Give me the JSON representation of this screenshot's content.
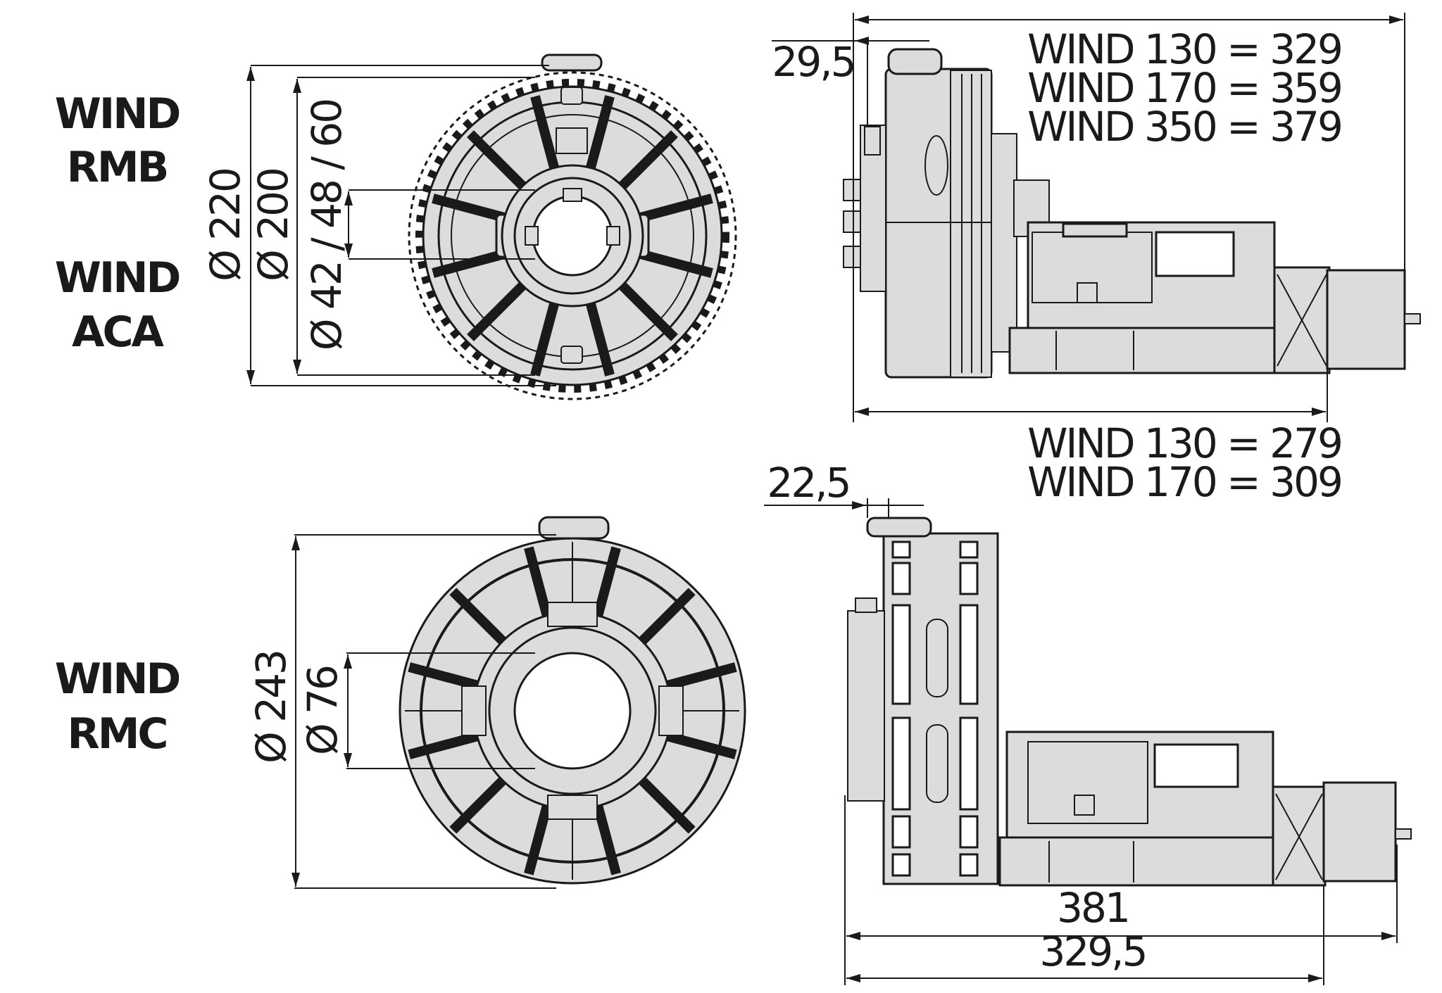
{
  "labels": {
    "rmb_line1": "WIND",
    "rmb_line2": "RMB",
    "aca_line1": "WIND",
    "aca_line2": "ACA",
    "rmc_line1": "WIND",
    "rmc_line2": "RMC"
  },
  "top_front": {
    "dia_outer": "Ø 220",
    "dia_drum": "Ø 200",
    "dia_shaft": "Ø 42 / 48 / 60"
  },
  "top_side": {
    "offset": "29,5",
    "overall_lengths": [
      "WIND 130 = 329",
      "WIND 170 = 359",
      "WIND 350 = 379"
    ],
    "lower_lengths": [
      "WIND 130 = 279",
      "WIND 170 = 309"
    ]
  },
  "bottom_front": {
    "dia_outer": "Ø 243",
    "dia_shaft": "Ø 76"
  },
  "bottom_side": {
    "offset": "22,5",
    "length_a": "381",
    "length_b": "329,5"
  },
  "colors": {
    "line": "#1a1a1a",
    "fill": "#dcdcdc",
    "background": "#ffffff"
  }
}
